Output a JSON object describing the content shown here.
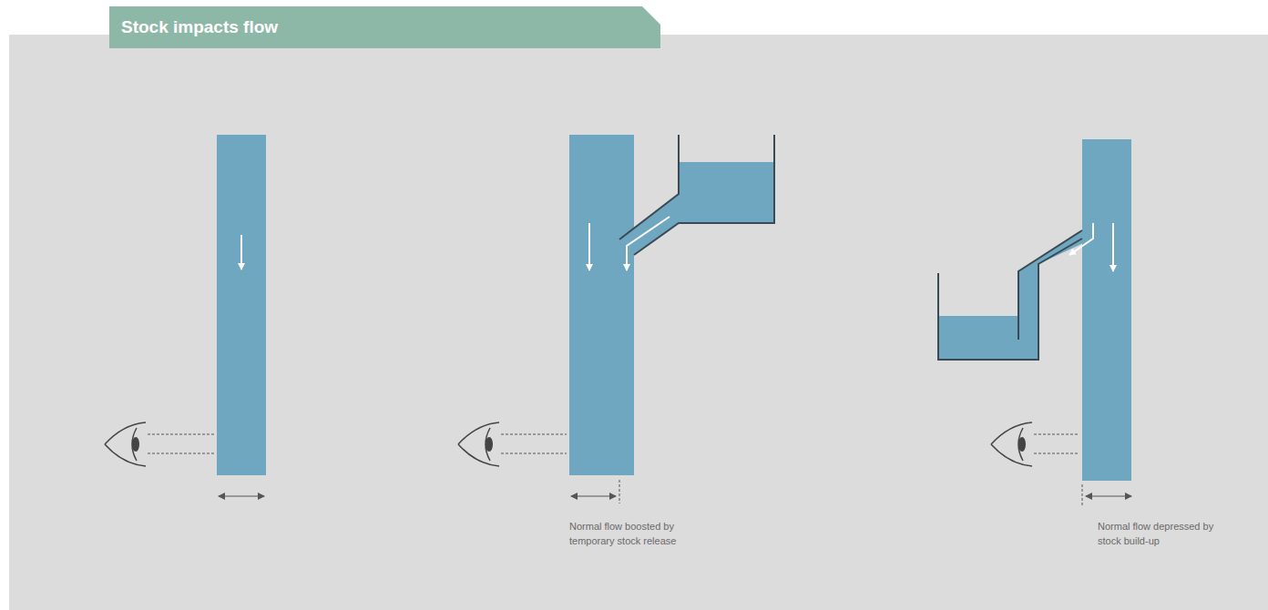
{
  "diagram": {
    "title": "Stock impacts flow",
    "labels": [
      "Normal flow boosted by temporary stock release",
      "Normal flow depressed by stock build-up"
    ]
  }
}
